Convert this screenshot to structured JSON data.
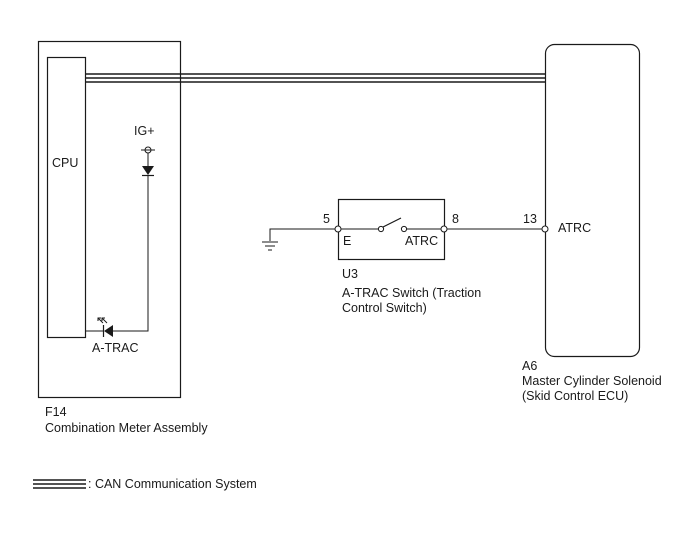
{
  "combination_meter": {
    "connector": "F14",
    "name": "Combination Meter Assembly",
    "cpu_label": "CPU",
    "ig_label": "IG+",
    "indicator_label": "A-TRAC"
  },
  "atrac_switch": {
    "connector": "U3",
    "name_line1": "A-TRAC Switch (Traction",
    "name_line2": "Control Switch)",
    "pin_left": "5",
    "pin_right": "8",
    "terminal_left": "E",
    "terminal_right": "ATRC"
  },
  "skid_ecu": {
    "connector": "A6",
    "name_line1": "Master Cylinder Solenoid",
    "name_line2": "(Skid Control ECU)",
    "pin": "13",
    "terminal": "ATRC"
  },
  "legend": {
    "text": ": CAN Communication System"
  }
}
